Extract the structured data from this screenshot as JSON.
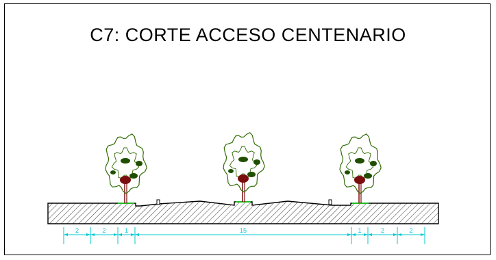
{
  "title": "C7: CORTE ACCESO CENTENARIO",
  "dimensions": [
    {
      "label": "2"
    },
    {
      "label": "2"
    },
    {
      "label": "1"
    },
    {
      "label": "15"
    },
    {
      "label": "1"
    },
    {
      "label": "2"
    },
    {
      "label": "2"
    }
  ],
  "trees": [
    {
      "name": "tree-left"
    },
    {
      "name": "tree-center"
    },
    {
      "name": "tree-right"
    }
  ],
  "colors": {
    "outline": "#000000",
    "dimension": "#00c8d2",
    "foliage": "#2e6b00",
    "foliage_dark": "#1f4f00",
    "trunk": "#7a0e0e",
    "grass": "#22bb22"
  }
}
